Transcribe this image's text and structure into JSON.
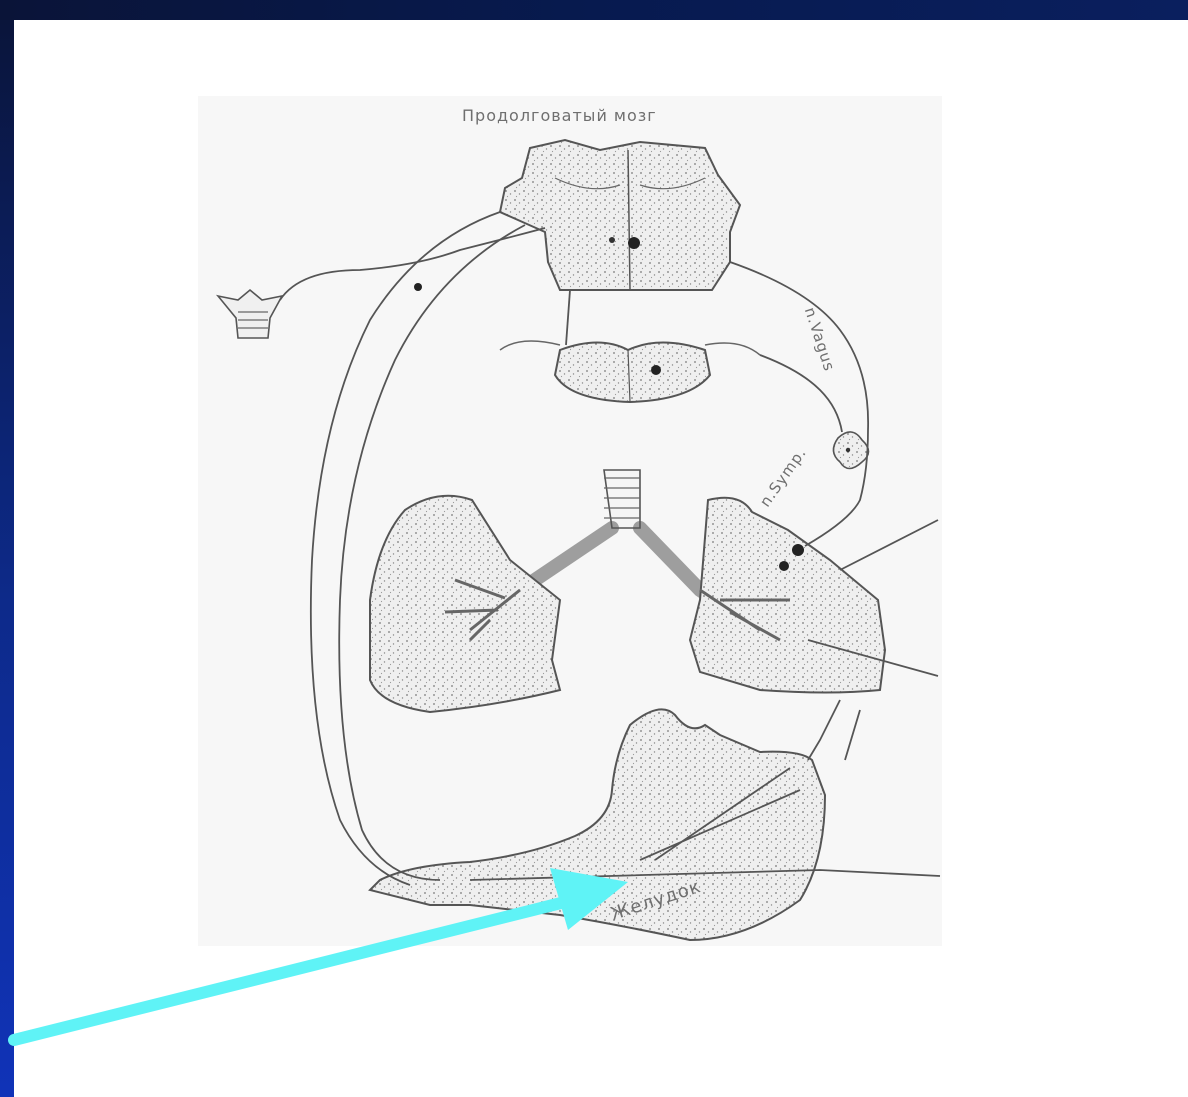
{
  "diagram": {
    "labels": {
      "medulla": "Продолговатый мозг",
      "vagus": "n.Vagus",
      "symp": "n.Symp.",
      "stomach": "Желудок"
    },
    "colors": {
      "background": "#ffffff",
      "frame_dark": "#0a1438",
      "frame_blue": "#1033b8",
      "pointer_arrow": "#5ff3f6",
      "ink": "#555555",
      "organ_fill": "#ededed"
    }
  }
}
